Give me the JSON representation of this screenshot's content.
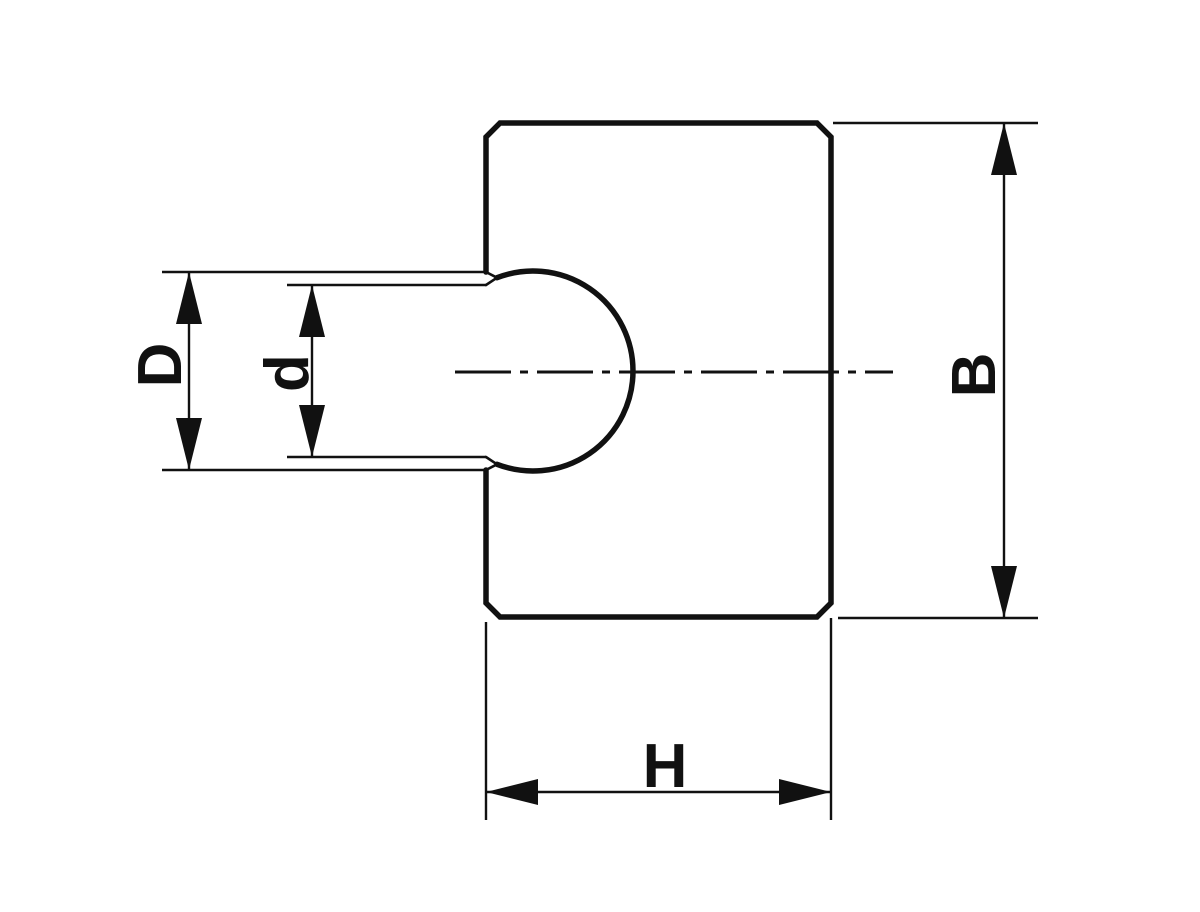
{
  "drawing": {
    "background_color": "#ffffff",
    "line_color": "#111111",
    "labels": {
      "cavity_diameter": "D",
      "opening_diameter": "d",
      "outer_height": "B",
      "body_width": "H"
    }
  }
}
